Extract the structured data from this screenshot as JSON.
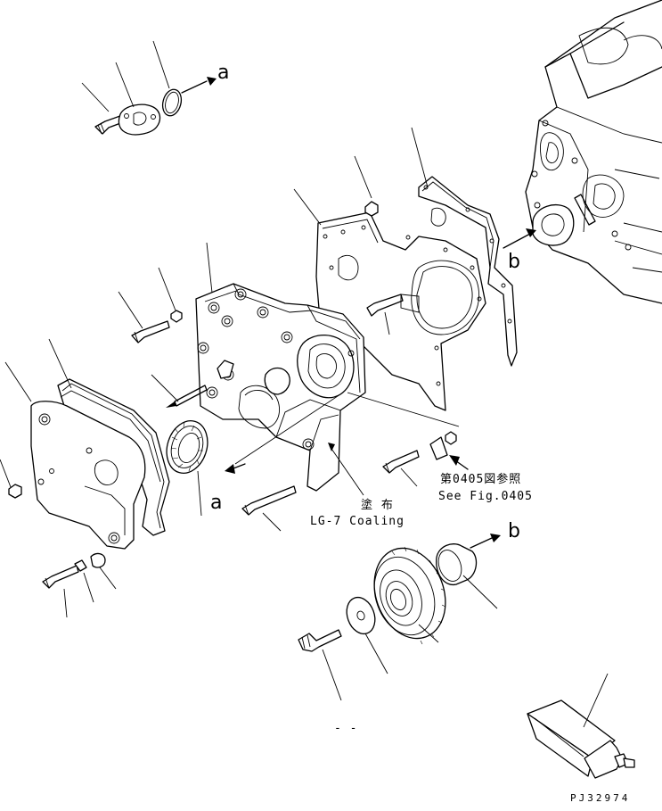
{
  "diagram": {
    "refs": {
      "a_top": "a",
      "a_mid": "a",
      "b_right": "b",
      "b_lower": "b"
    },
    "notes": {
      "sealant_jp": "塗 布",
      "sealant_en": "LG-7 Coaling",
      "fig_ref_jp": "第0405図参照",
      "fig_ref_en": "See Fig.0405",
      "small_mark": "- -"
    },
    "drawing_code": "PJ32974"
  }
}
